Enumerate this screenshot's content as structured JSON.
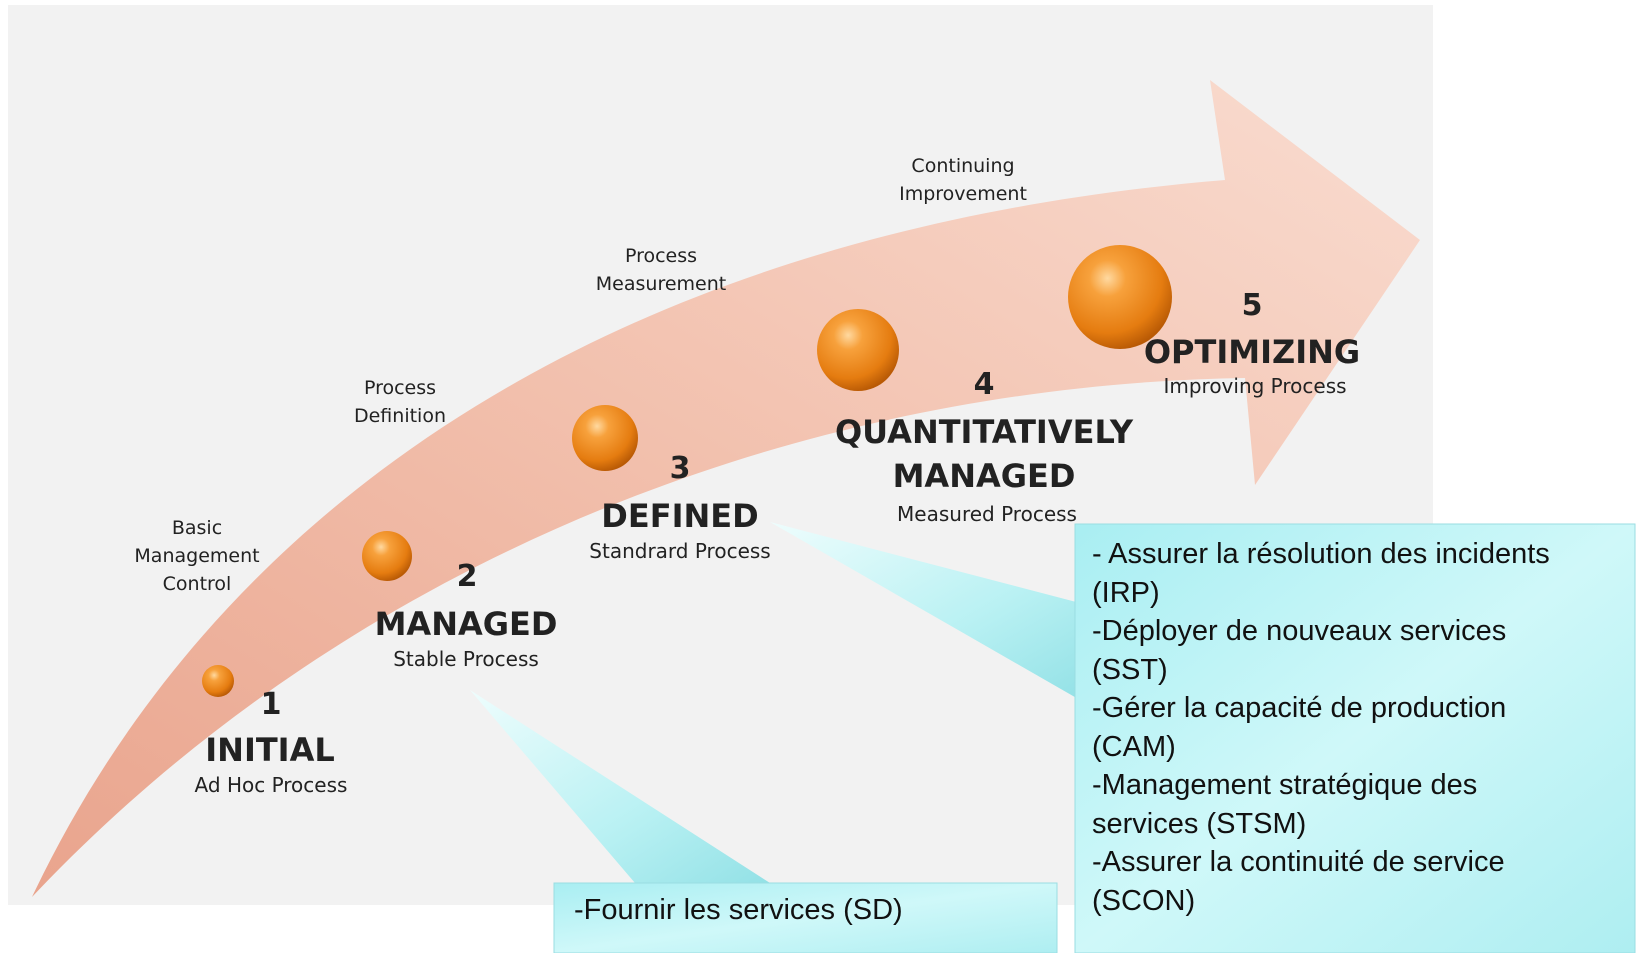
{
  "levels": [
    {
      "number": "1",
      "title": "INITIAL",
      "subtitle": "Ad Hoc Process"
    },
    {
      "number": "2",
      "title": "MANAGED",
      "subtitle": "Stable Process"
    },
    {
      "number": "3",
      "title": "DEFINED",
      "subtitle": "Standrard Process"
    },
    {
      "number": "4",
      "title_line1": "QUANTITATIVELY",
      "title_line2": "MANAGED",
      "subtitle": "Measured Process"
    },
    {
      "number": "5",
      "title": "OPTIMIZING",
      "subtitle": "Improving Process"
    }
  ],
  "transitions": [
    {
      "line1": "Basic",
      "line2": "Management",
      "line3": "Control"
    },
    {
      "line1": "Process",
      "line2": "Definition"
    },
    {
      "line1": "Process",
      "line2": "Measurement"
    },
    {
      "line1": "Continuing",
      "line2": "Improvement"
    }
  ],
  "callout_sd": {
    "text": "-Fournir les services (SD)"
  },
  "callout_main": {
    "lines": [
      "- Assurer la résolution des incidents",
      "(IRP)",
      "-Déployer de nouveaux services",
      "(SST)",
      "-Gérer la capacité de production",
      "(CAM)",
      "-Management stratégique des",
      "services (STSM)",
      "-Assurer la continuité de service",
      "(SCON)"
    ]
  },
  "colors": {
    "arrow": "#f3c4b2",
    "background_panel": "#f2f2f2",
    "ball": "#f08a1c",
    "callout": "#b5f0f2"
  }
}
